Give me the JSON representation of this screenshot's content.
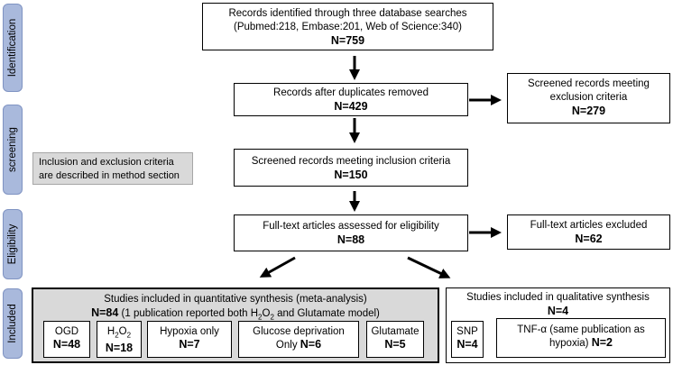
{
  "phases": {
    "identification": "Identification",
    "screening": "screening",
    "eligibility": "Eligibility",
    "included": "Included"
  },
  "identified": {
    "line1": "Records identified through three database searches",
    "line2": "(Pubmed:218, Embase:201, Web of Science:340)",
    "n": "N=759"
  },
  "deduplicated": {
    "text": "Records after duplicates removed",
    "n": "N=429"
  },
  "excluded_screen": {
    "line1": "Screened records meeting",
    "line2": "exclusion criteria",
    "n": "N=279"
  },
  "included_screen": {
    "text": "Screened records meeting inclusion criteria",
    "n": "N=150"
  },
  "criteria_note": {
    "line1": "Inclusion and exclusion criteria",
    "line2": "are described in method section"
  },
  "fulltext": {
    "text": "Full-text articles assessed for eligibility",
    "n": "N=88"
  },
  "fulltext_excluded": {
    "text": "Full-text articles excluded",
    "n": "N=62"
  },
  "quantitative": {
    "title": "Studies included in quantitative synthesis (meta-analysis)",
    "n": "N=84",
    "note_pre": "(1 publication reported both H",
    "note_sub": "2",
    "note_mid": "O",
    "note_sub2": "2",
    "note_post": " and Glutamate model)",
    "models": {
      "ogd": {
        "label": "OGD",
        "n": "N=48"
      },
      "h2o2": {
        "label_h": "H",
        "label_sub": "2",
        "label_o": "O",
        "label_sub2": "2",
        "n": "N=18"
      },
      "hypoxia": {
        "label": "Hypoxia only",
        "n": "N=7"
      },
      "glucose": {
        "label": "Glucose deprivation",
        "label2": "Only",
        "n": "N=6"
      },
      "glutamate": {
        "label": "Glutamate",
        "n": "N=5"
      }
    }
  },
  "qualitative": {
    "title": "Studies included in qualitative synthesis",
    "n": "N=4",
    "snp": {
      "label": "SNP",
      "n": "N=4"
    },
    "tnf": {
      "label": "TNF-α (same publication as",
      "label2": "hypoxia)",
      "n": "N=2"
    }
  }
}
